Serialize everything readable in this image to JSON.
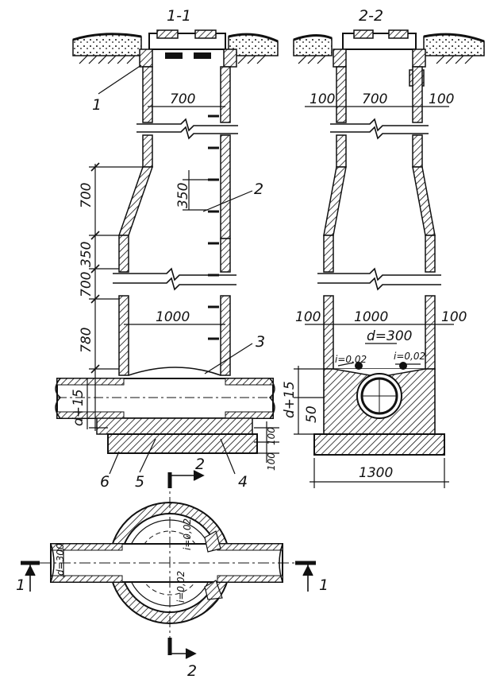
{
  "sections": {
    "s11": "1-1",
    "s22": "2-2"
  },
  "dims": {
    "w700_a": "700",
    "w700_b": "700",
    "w100_l": "100",
    "w100_r": "100",
    "h700_top": "700",
    "h350_step": "350",
    "h350": "350",
    "h700": "700",
    "h780": "780",
    "w1000_a": "1000",
    "w1000_b": "1000",
    "w100_l2": "100",
    "w100_r2": "100",
    "d300": "d=300",
    "slope_l": "i=0,02",
    "slope_r": "i=0,02",
    "d15_a": "d+15",
    "d15_b": "d+15",
    "h50": "50",
    "h100_a": "100",
    "h100_b": "100",
    "w1300": "1300",
    "plan_d": "d=300",
    "plan_i1": "i=0,02",
    "plan_i2": "i=0,02"
  },
  "callouts": {
    "c1": "1",
    "c2": "2",
    "c3": "3",
    "c4": "4",
    "c5": "5",
    "c6": "6"
  },
  "cuts": {
    "left": "1",
    "right": "1",
    "top": "2",
    "bottom": "2"
  }
}
